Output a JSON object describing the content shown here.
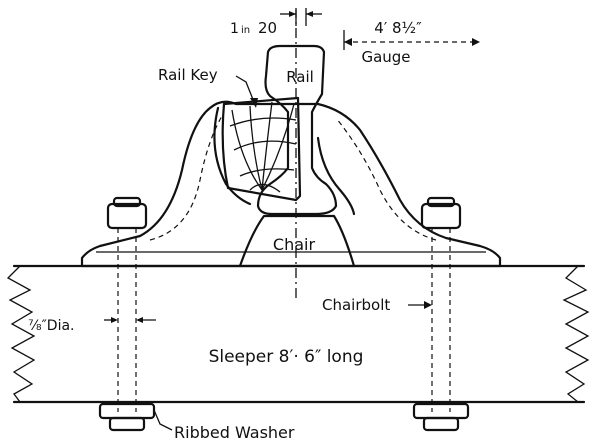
{
  "labels": {
    "inclination_prefix": "1",
    "inclination_in": "in",
    "inclination_value": "20",
    "gauge_value": "4′ 8½″",
    "gauge": "Gauge",
    "rail_key": "Rail Key",
    "rail": "Rail",
    "chair": "Chair",
    "chairbolt": "Chairbolt",
    "bolt_dia": "⅞″Dia.",
    "sleeper": "Sleeper  8′· 6″ long",
    "ribbed_washer": "Ribbed Washer"
  },
  "colors": {
    "ink": "#111111",
    "paper": "#ffffff"
  }
}
